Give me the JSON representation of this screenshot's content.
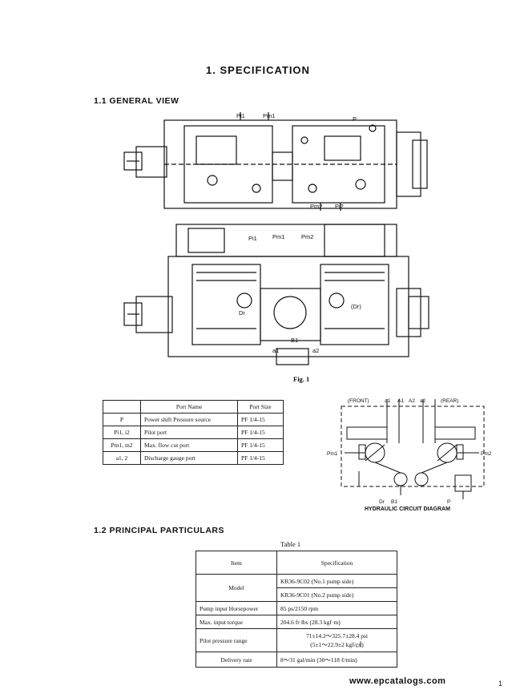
{
  "page_title": "1.  SPECIFICATION",
  "section_1": "1.1 GENERAL VIEW",
  "figure_caption": "Fig. 1",
  "figure_labels": {
    "pi1": "Pi1",
    "pm1": "Pm1",
    "p": "P",
    "pm2": "Pm2",
    "pi2": "Pi2",
    "dr": "Dr",
    "dr_paren": "(Dr)",
    "a1": "a1",
    "a2": "a2",
    "b1": "B1"
  },
  "port_table": {
    "headers": [
      "",
      "Port Name",
      "Port Size"
    ],
    "rows": [
      [
        "P",
        "Power shift Pressure source",
        "PF 1/4-15"
      ],
      [
        "Pi1, i2",
        "Pilot port",
        "PF 1/4-15"
      ],
      [
        "Pm1, m2",
        "Max. flow cut port",
        "PF 1/4-15"
      ],
      [
        "a1, 2",
        "Discharge gauge port",
        "PF 1/4-15"
      ]
    ]
  },
  "circuit": {
    "caption": "HYDRAULIC CIRCUIT DIAGRAM",
    "front": "(FRONT)",
    "rear": "(REAR)",
    "labels": {
      "a1": "a1",
      "a1b": "A1",
      "a2": "A2",
      "a2b": "a2",
      "pm1": "Pm1",
      "pm2": "Pm2",
      "dr": "Dr",
      "b1": "B1",
      "p": "P"
    }
  },
  "section_2": "1.2 PRINCIPAL PARTICULARS",
  "table1": {
    "caption": "Table 1",
    "header_item": "Item",
    "header_spec": "Specification",
    "model_label": "Model",
    "model_1": "KR36-9C02 (No.1 pump side)",
    "model_2": "KR36-9C01 (No.2 pump side)",
    "hp_label": "Pump input Horsepower",
    "hp_value": "85 ps/2150 rpm",
    "torque_label": "Max. input torque",
    "torque_value": "204.6 ft·lbs (28.3 kgf·m)",
    "pilot_label": "Pilot pressure range",
    "pilot_value_1": "71±14.2～325.7±28.4 psi",
    "pilot_value_2": "(5±1～22.9±2 kgf/㎠)",
    "delivery_label": "Delivery rate",
    "delivery_value": "8～31 gal/min (30～118 ℓ/min)"
  },
  "footer": "www.epcatalogs.com",
  "page_number": "1"
}
